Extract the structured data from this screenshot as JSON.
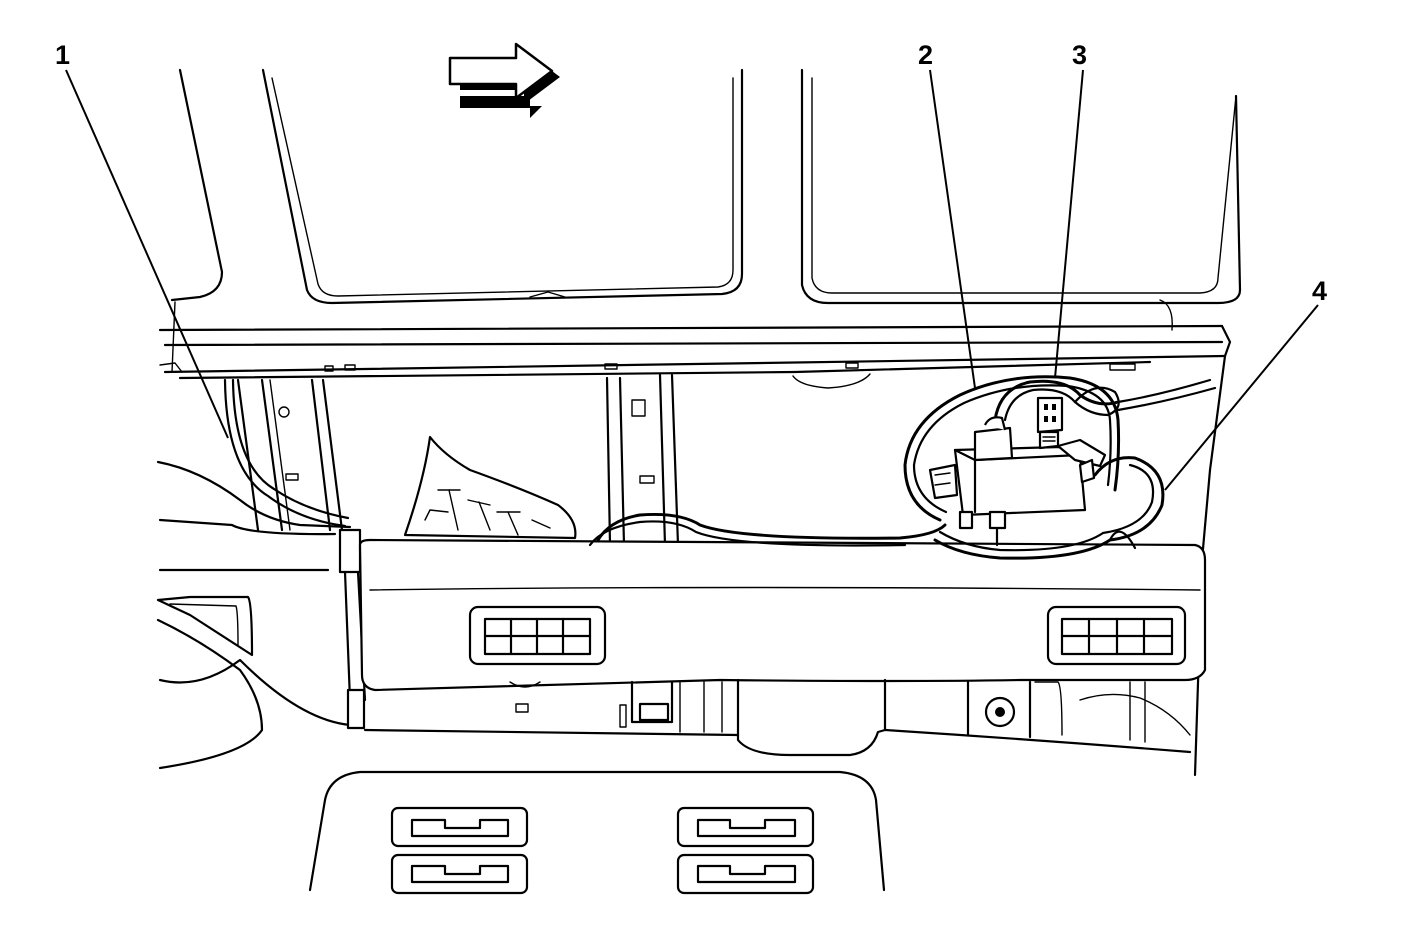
{
  "callouts": [
    {
      "id": "1",
      "label": "1"
    },
    {
      "id": "2",
      "label": "2"
    },
    {
      "id": "3",
      "label": "3"
    },
    {
      "id": "4",
      "label": "4"
    }
  ],
  "direction_arrow": {
    "icon": "forward-arrow-icon"
  }
}
